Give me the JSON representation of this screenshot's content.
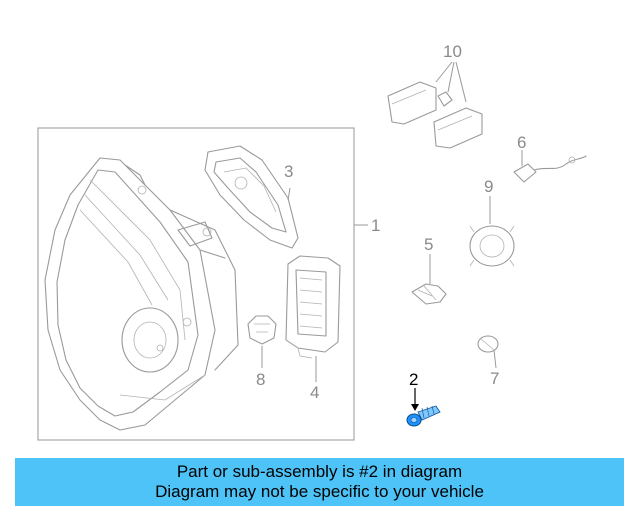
{
  "callouts": {
    "c1": "1",
    "c2": "2",
    "c3": "3",
    "c4": "4",
    "c5": "5",
    "c6": "6",
    "c7": "7",
    "c8": "8",
    "c9": "9",
    "c10": "10"
  },
  "highlight_part": "2",
  "highlight_color": "#1e90ff",
  "banner": {
    "line1": "Part or sub-assembly is #2 in diagram",
    "line2": "Diagram may not be specific to your vehicle",
    "color": "#4dc3f7"
  }
}
